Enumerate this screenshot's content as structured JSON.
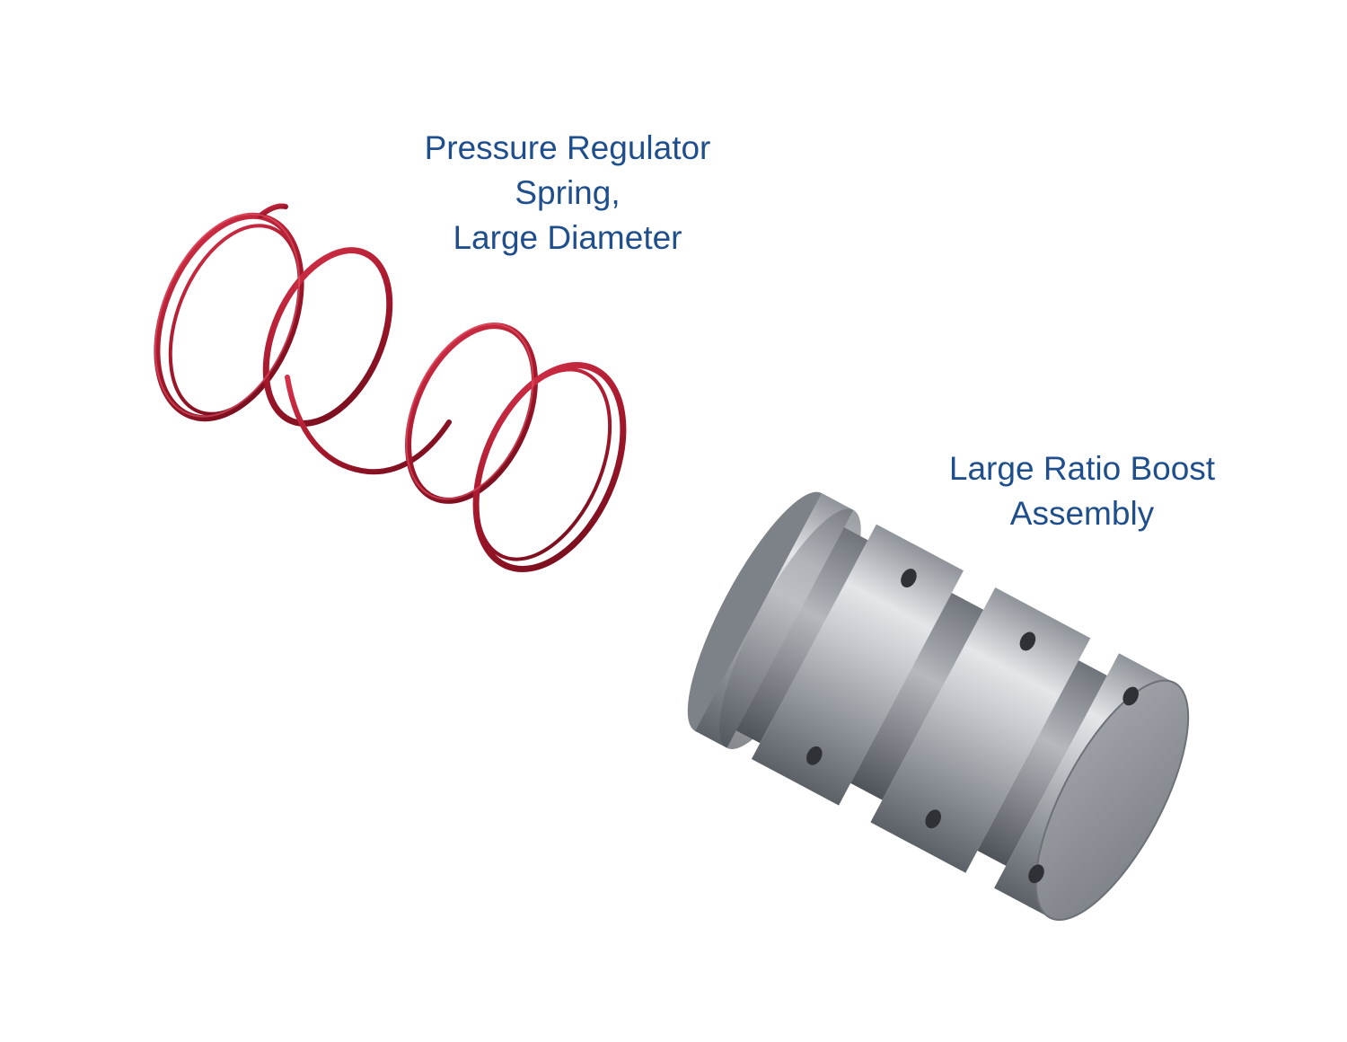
{
  "colors": {
    "label_text": "#1f4e8c",
    "spring_wire": "#a3172b",
    "spring_highlight": "#d6324a",
    "metal_light": "#d9dce0",
    "metal_mid": "#a8adb3",
    "metal_dark": "#6c7178",
    "background": "#ffffff"
  },
  "spring_label": {
    "line1": "Pressure Regulator",
    "line2": "Spring,",
    "line3": "Large Diameter"
  },
  "boost_label": {
    "line1": "Large Ratio Boost",
    "line2": "Assembly"
  },
  "parts": {
    "spring_icon": "coil-spring",
    "boost_icon": "valve-plunger"
  }
}
